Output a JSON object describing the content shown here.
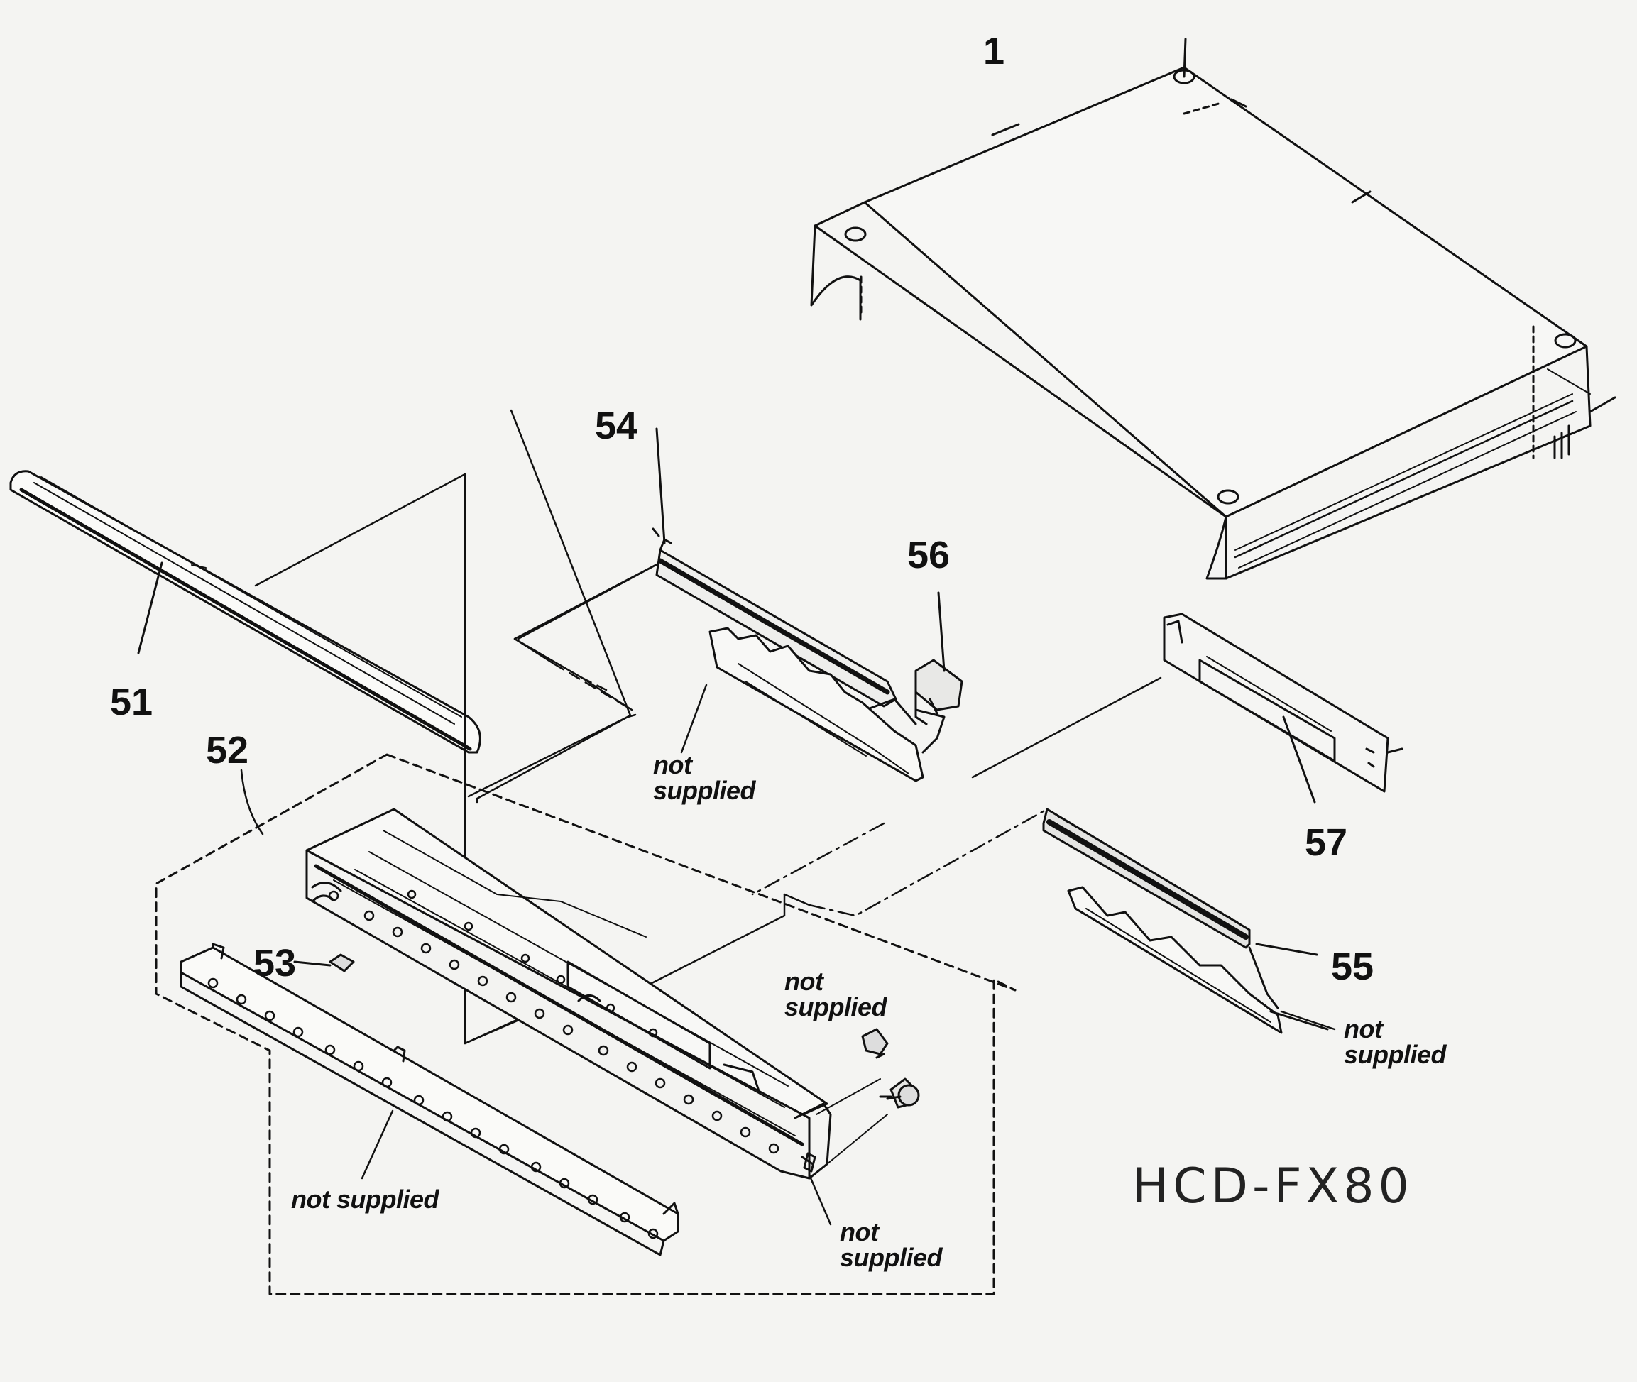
{
  "callouts": {
    "p1": "1",
    "p51": "51",
    "p52": "52",
    "p53": "53",
    "p54": "54",
    "p55": "55",
    "p56": "56",
    "p57": "57"
  },
  "notes": {
    "not_word": "not",
    "supplied_word": "supplied",
    "not_supplied_full": "not supplied"
  },
  "model": "HCD-FX80",
  "colors": {
    "ink": "#111111",
    "paper": "#f4f4f2"
  }
}
